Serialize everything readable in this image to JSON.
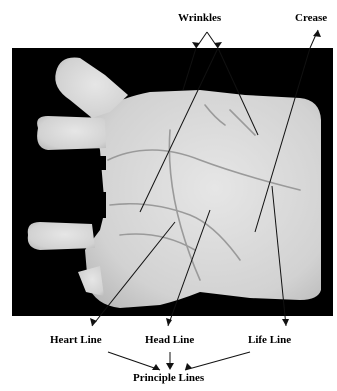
{
  "labels": {
    "wrinkles": "Wrinkles",
    "crease": "Crease",
    "heart_line": "Heart Line",
    "head_line": "Head Line",
    "life_line": "Life Line",
    "principle_lines": "Principle Lines"
  },
  "colors": {
    "background": "#000000",
    "palm": "#d9d9d9",
    "pointer_line": "#111111",
    "text": "#000000"
  }
}
